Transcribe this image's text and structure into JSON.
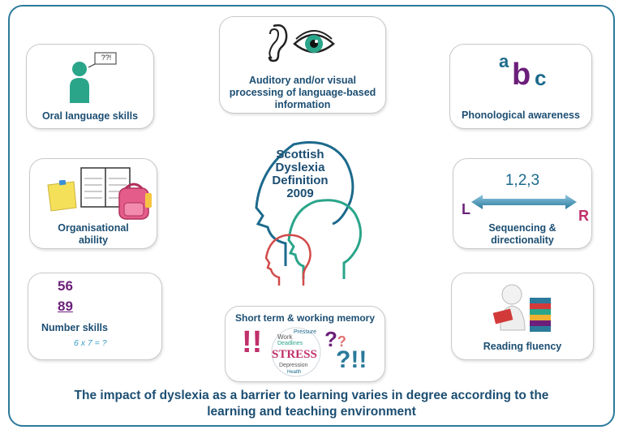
{
  "center": {
    "lines": [
      "Scottish",
      "Dyslexia",
      "Definition",
      "2009"
    ]
  },
  "cards": {
    "oral": {
      "label": "Oral language skills",
      "speech_bubble": "??!"
    },
    "auditory": {
      "label_lines": [
        "Auditory and/or visual",
        "processing of language-based",
        "information"
      ]
    },
    "phonological": {
      "label": "Phonological awareness",
      "letters": [
        "a",
        "b",
        "c"
      ]
    },
    "organisational": {
      "label_lines": [
        "Organisational",
        "ability"
      ]
    },
    "sequencing": {
      "number": "1,2,3",
      "left": "L",
      "right": "R",
      "label_lines": [
        "Sequencing &",
        "directionality"
      ]
    },
    "number": {
      "label": "Number skills",
      "numbers": [
        "56",
        "89"
      ],
      "multiplication": "6 x 7 = ?"
    },
    "memory": {
      "label": "Short term & working memory",
      "stress_word": "STRESS",
      "cloud_words": [
        "Work",
        "Pressure",
        "Deadlines",
        "Depression",
        "Health"
      ]
    },
    "reading": {
      "label": "Reading fluency"
    }
  },
  "footer": {
    "lines": [
      "The impact of dyslexia as a barrier to learning varies in degree according to the",
      "learning and teaching environment"
    ]
  },
  "colors": {
    "frame": "#2b7a9c",
    "text": "#1c4e72",
    "teal": "#2aa58a",
    "purple": "#6b1f7a",
    "head1": "#1c6a8c",
    "head2": "#2aa58a",
    "head3": "#d24a4a"
  }
}
